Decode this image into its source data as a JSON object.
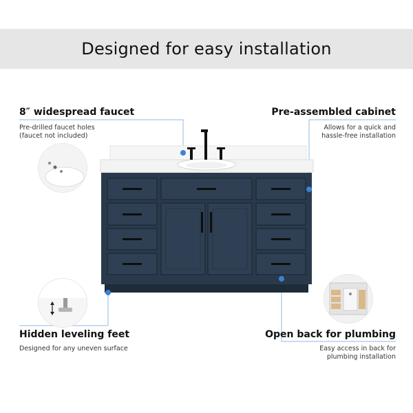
{
  "header": {
    "title": "Designed for easy installation"
  },
  "callouts": {
    "faucet": {
      "title": "8″ widespread faucet",
      "desc_line1": "Pre-drilled faucet holes",
      "desc_line2": "(faucet not included)"
    },
    "cabinet": {
      "title": "Pre-assembled cabinet",
      "desc_line1": "Allows for  a quick and",
      "desc_line2": "hassle-free installation"
    },
    "feet": {
      "title": "Hidden leveling feet",
      "desc_line1": "Designed for any uneven surface"
    },
    "plumbing": {
      "title": "Open back for plumbing",
      "desc_line1": "Easy access in back for",
      "desc_line2": "plumbing installation"
    }
  },
  "colors": {
    "banner_bg": "#e6e6e6",
    "cabinet": "#2a3a4c",
    "cabinet_dark": "#1e2b39",
    "countertop": "#f4f4f4",
    "hardware": "#111111",
    "accent": "#3b82d6",
    "leader": "#8fb8e6"
  },
  "icons": {
    "faucet_thumb": "basin-with-faucet-holes-icon",
    "feet_thumb": "leveling-foot-icon",
    "plumbing_thumb": "open-back-cabinet-icon"
  }
}
